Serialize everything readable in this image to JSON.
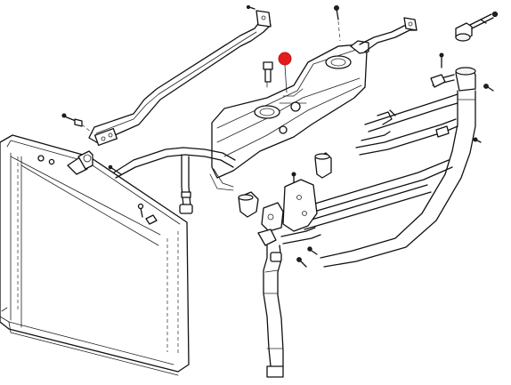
{
  "colors": {
    "line": "#111111",
    "background": "#ffffff",
    "callout_marker": "#e41b1b"
  },
  "parts": [
    {
      "name": "mounting-bracket"
    },
    {
      "name": "radiator"
    },
    {
      "name": "expansion-tank"
    },
    {
      "name": "filler-neck"
    },
    {
      "name": "upper-hose"
    },
    {
      "name": "lower-hose"
    },
    {
      "name": "sensor-plug"
    },
    {
      "name": "bleed-valve"
    },
    {
      "name": "pipe-bracket"
    },
    {
      "name": "bolts"
    }
  ],
  "callout_marker": {
    "shape": "circle",
    "color": "#e41b1b"
  }
}
